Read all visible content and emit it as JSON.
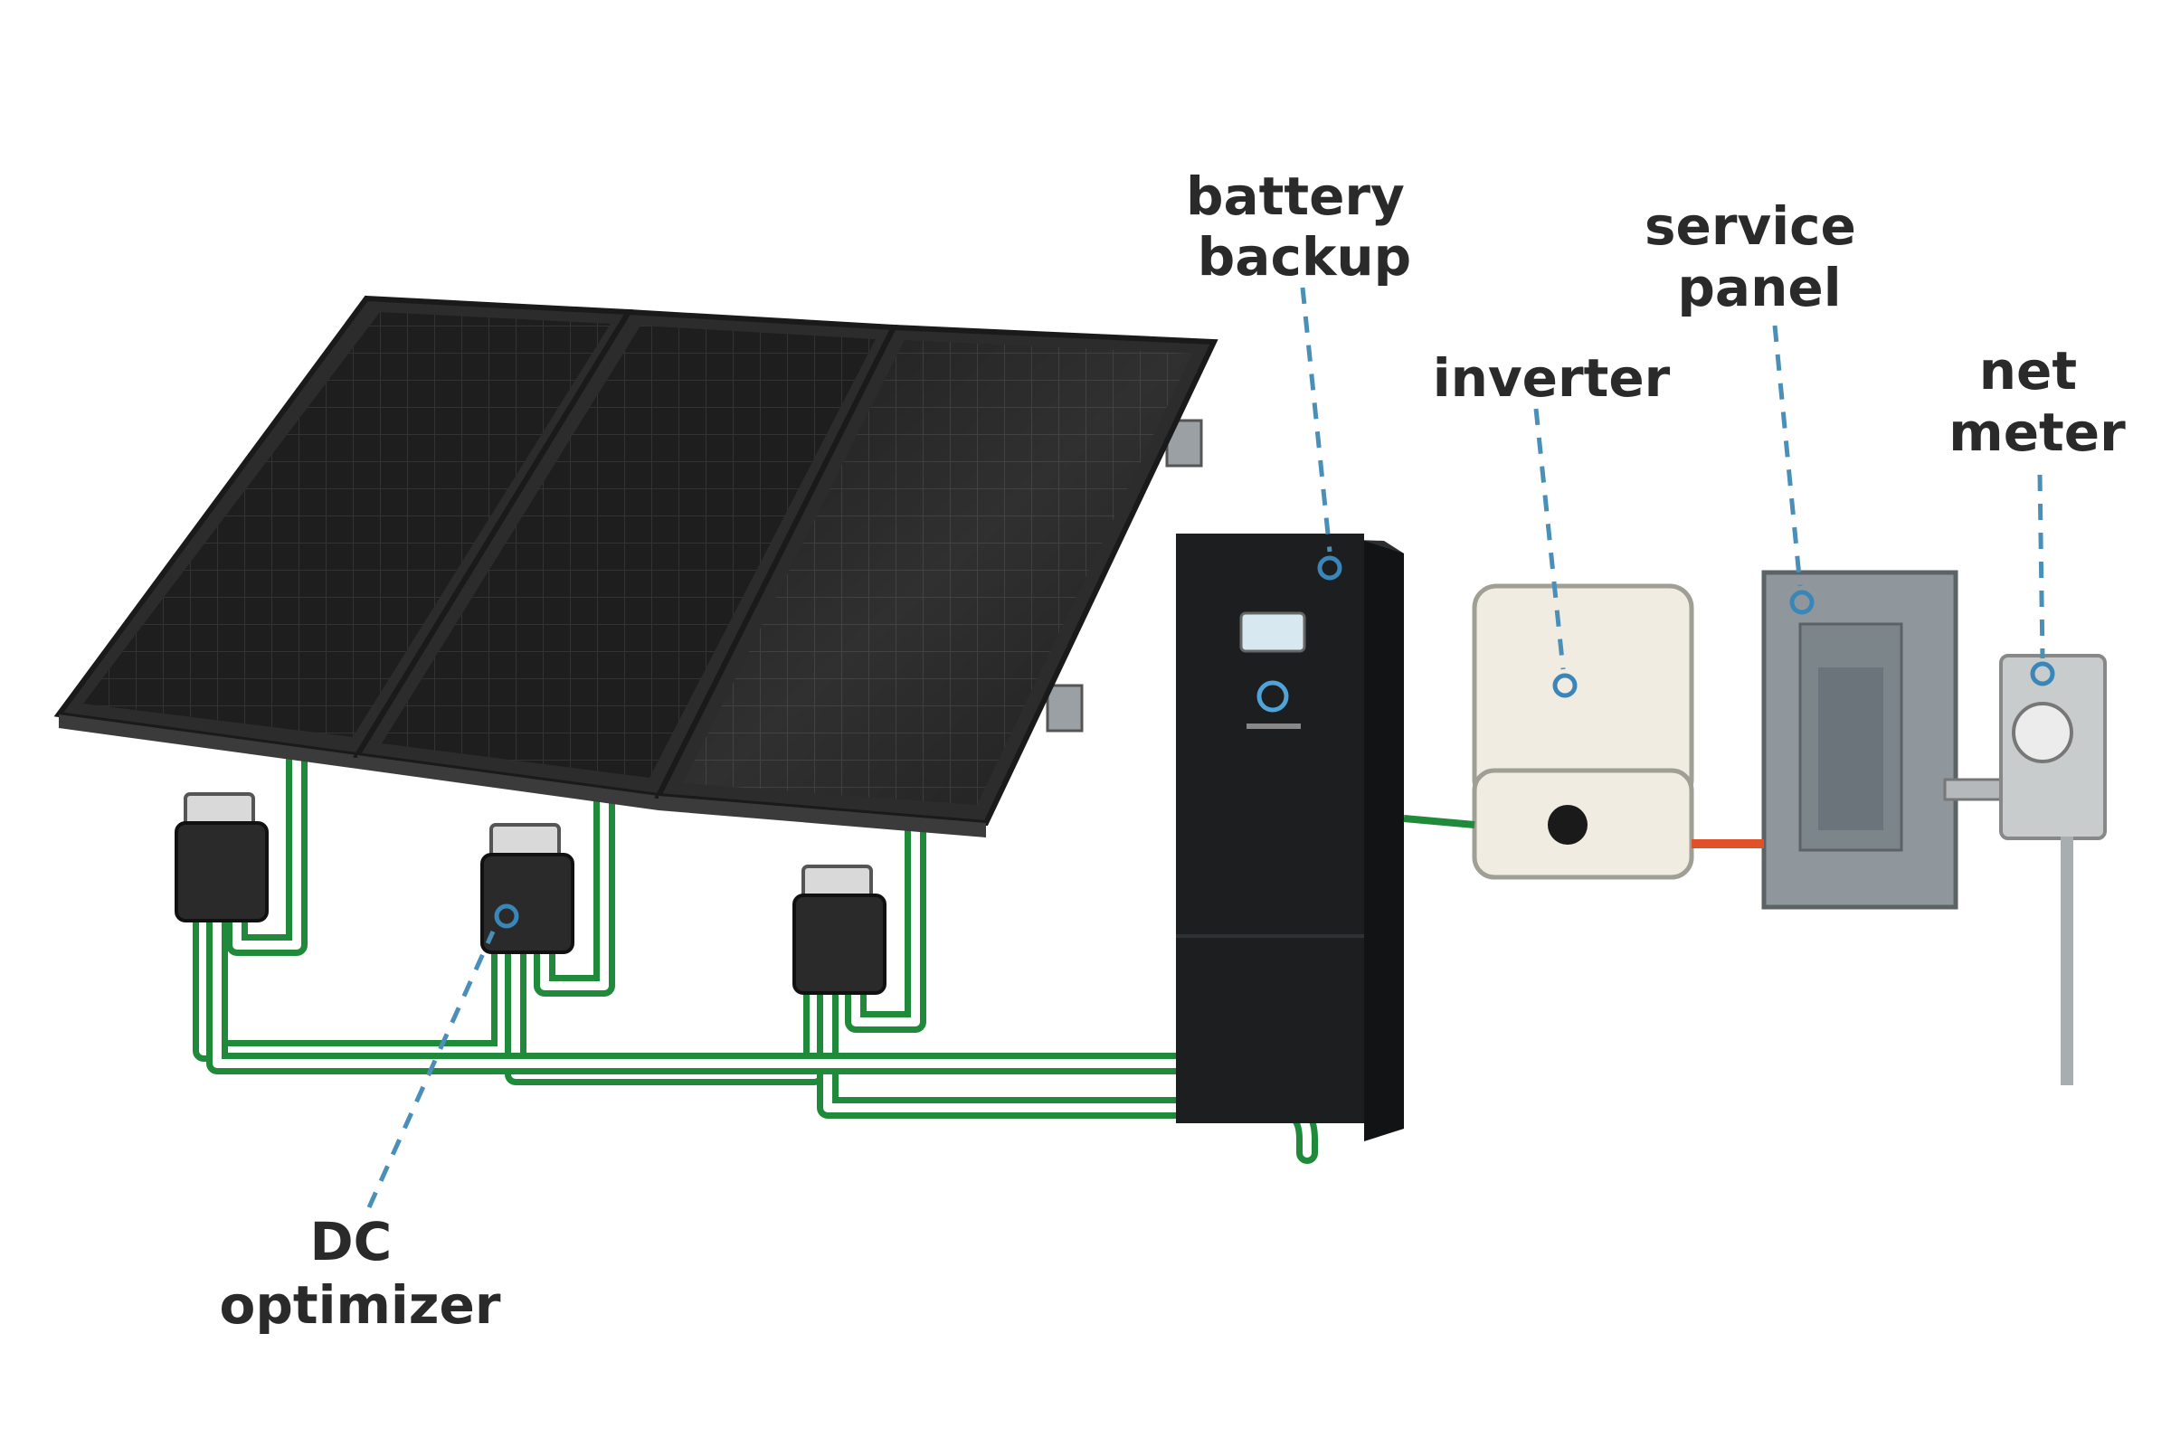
{
  "labels": {
    "battery": [
      "battery",
      "backup"
    ],
    "service": [
      "service",
      "panel"
    ],
    "inverter": [
      "inverter"
    ],
    "meter": [
      "net",
      "meter"
    ],
    "optimizer": [
      "DC",
      "optimizer"
    ]
  },
  "colors": {
    "panel_dark": "#1f1f1f",
    "panel_frame": "#3a3a3a",
    "cell_line": "#333333",
    "dc_wire": "#1f8a3a",
    "ac_wire": "#e0512a",
    "leader_line": "#4a8fb8",
    "battery_body": "#1c1e1f",
    "inverter_body": "#f1ece2",
    "service_panel": "#8f979c",
    "meter_body": "#c9cccd"
  },
  "icons": [
    "solar-panel",
    "dc-optimizer",
    "battery-unit",
    "inverter-box",
    "breaker-panel",
    "electric-meter"
  ]
}
